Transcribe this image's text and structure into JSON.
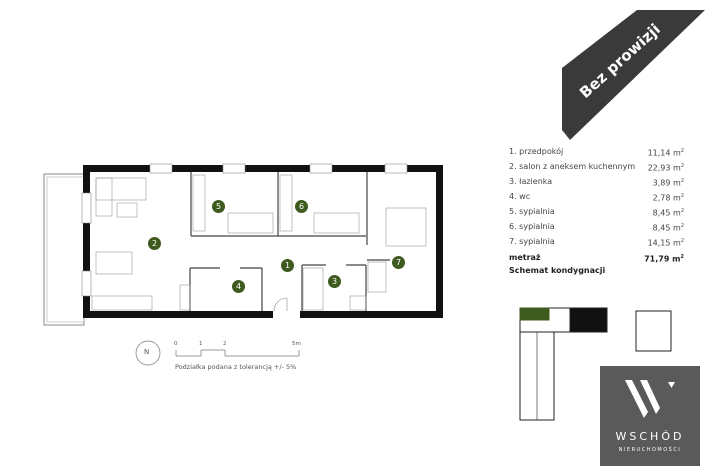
{
  "ribbon": {
    "label": "Bez prowizji",
    "color": "#3a3a3a"
  },
  "rooms": [
    {
      "label": "1. przedpokój",
      "area": "11,14 m",
      "unit_sup": "2"
    },
    {
      "label": "2. salon z aneksem kuchennym",
      "area": "22,93 m",
      "unit_sup": "2"
    },
    {
      "label": "3. łazienka",
      "area": "3,89 m",
      "unit_sup": "2"
    },
    {
      "label": "4. wc",
      "area": "2,78 m",
      "unit_sup": "2"
    },
    {
      "label": "5. sypialnia",
      "area": "8,45 m",
      "unit_sup": "2"
    },
    {
      "label": "6. sypialnia",
      "area": "8,45 m",
      "unit_sup": "2"
    },
    {
      "label": "7. sypialnia",
      "area": "14,15 m",
      "unit_sup": "2"
    }
  ],
  "total": {
    "label": "metraż",
    "area": "71,79 m",
    "unit_sup": "2"
  },
  "schema_title": "Schemat kondygnacji",
  "plan_numbers": [
    "1",
    "2",
    "3",
    "4",
    "5",
    "6",
    "7"
  ],
  "scale": {
    "ticks": [
      "0",
      "1",
      "2",
      "5m"
    ],
    "note": "Podziałka podana z tolerancją +/- 5%",
    "north": "N"
  },
  "logo": {
    "brand": "WSCHÓD",
    "sub": "NIERUCHOMOŚCI",
    "bg": "#5a5a5a"
  },
  "accent": "#3e5a1f"
}
